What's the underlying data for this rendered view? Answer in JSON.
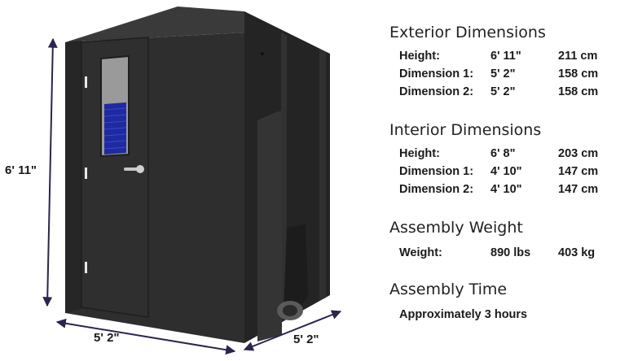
{
  "illustration": {
    "height_label": "6' 11\"",
    "width_label": "5' 2\"",
    "depth_label": "5' 2\""
  },
  "exterior": {
    "title": "Exterior Dimensions",
    "rows": [
      {
        "label": "Height:",
        "imperial": "6' 11\"",
        "metric": "211 cm"
      },
      {
        "label": "Dimension 1:",
        "imperial": "5' 2\"",
        "metric": "158 cm"
      },
      {
        "label": "Dimension 2:",
        "imperial": "5' 2\"",
        "metric": "158 cm"
      }
    ]
  },
  "interior": {
    "title": "Interior Dimensions",
    "rows": [
      {
        "label": "Height:",
        "imperial": "6' 8\"",
        "metric": "203 cm"
      },
      {
        "label": "Dimension 1:",
        "imperial": "4' 10\"",
        "metric": "147 cm"
      },
      {
        "label": "Dimension 2:",
        "imperial": "4' 10\"",
        "metric": "147 cm"
      }
    ]
  },
  "weight": {
    "title": "Assembly Weight",
    "label": "Weight:",
    "imperial": "890 lbs",
    "metric": "403 kg"
  },
  "time": {
    "title": "Assembly Time",
    "text": "Approximately 3 hours"
  },
  "colors": {
    "booth": "#2b2b2b",
    "arrow": "#2a2550",
    "window_foam": "#1f2a9e"
  }
}
